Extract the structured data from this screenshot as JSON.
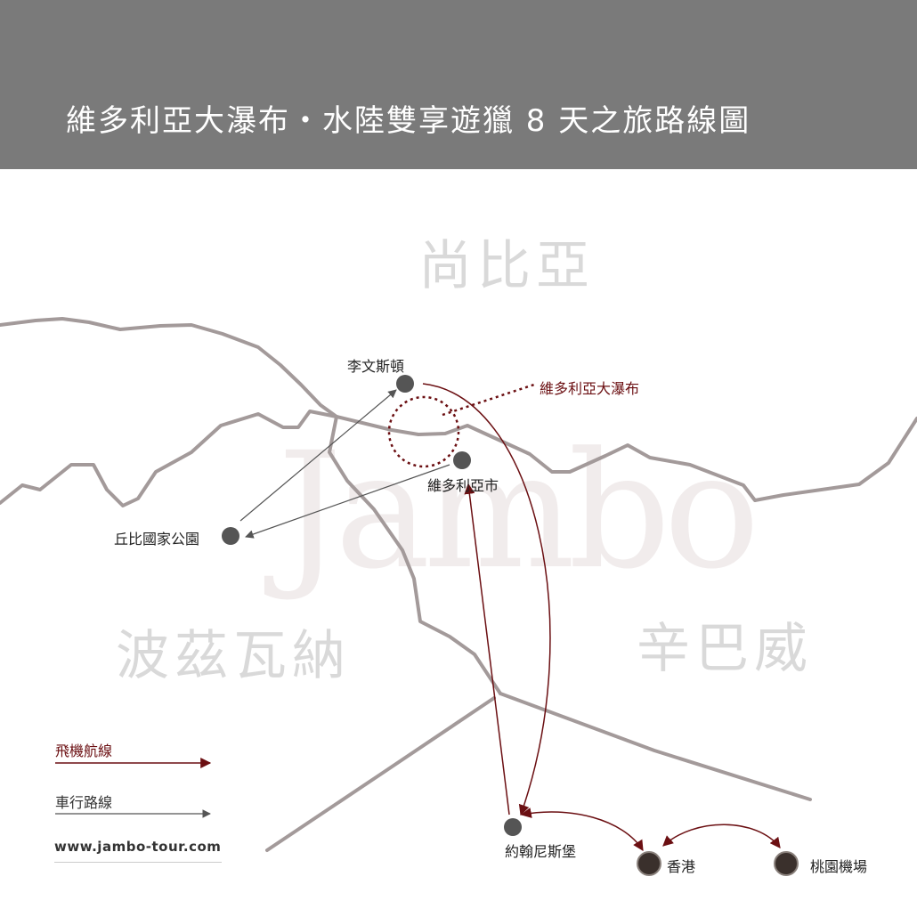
{
  "title": "維多利亞大瀑布・水陸雙享遊獵 8 天之旅路線圖",
  "countries": {
    "zambia": "尚比亞",
    "botswana": "波茲瓦納",
    "zimbabwe": "辛巴威"
  },
  "places": {
    "livingstone": "李文斯頓",
    "victoria_falls_town": "維多利亞市",
    "chobe": "丘比國家公園",
    "johannesburg": "約翰尼斯堡",
    "hong_kong": "香港",
    "taoyuan": "桃園機場"
  },
  "falls_label": "維多利亞大瀑布",
  "legend": {
    "flight": "飛機航線",
    "drive": "車行路線"
  },
  "website": "www.jambo-tour.com",
  "watermark": "Jambo",
  "colors": {
    "header": "#7a7a7a",
    "border": "#a39a9a",
    "flight": "#6b0f12",
    "drive": "#555555",
    "country_label": "#d9d9d9",
    "city_dot": "#555555",
    "airport_dot": "#3a302c"
  }
}
